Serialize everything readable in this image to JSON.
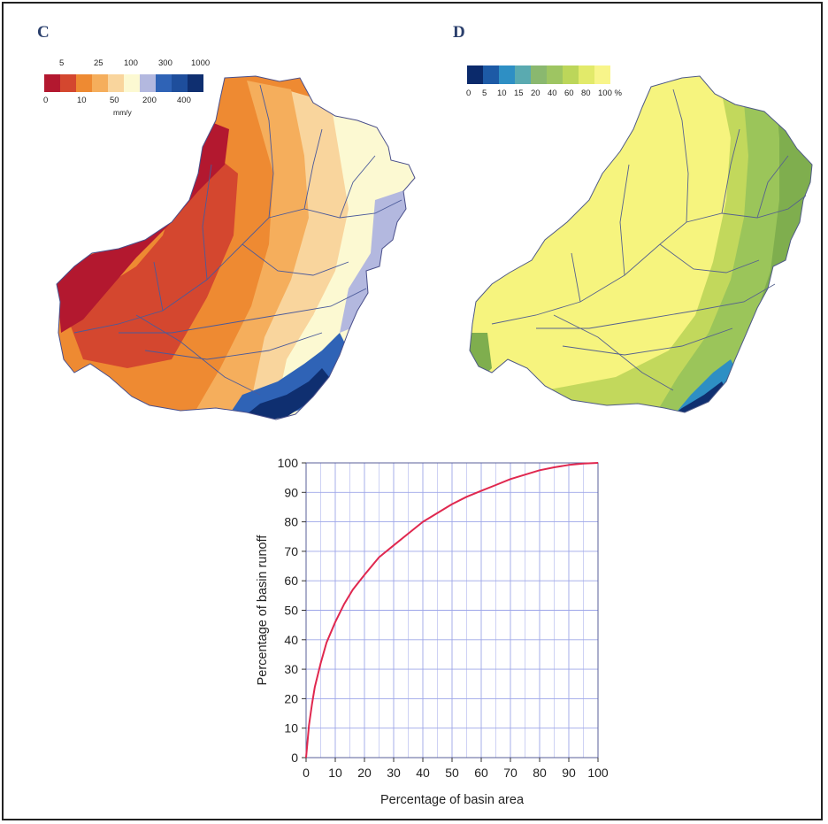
{
  "panels": {
    "c": {
      "letter": "C",
      "legend": {
        "top_labels": [
          "5",
          "25",
          "100",
          "300",
          "1000"
        ],
        "bottom_labels": [
          "0",
          "10",
          "50",
          "200",
          "400"
        ],
        "unit": "mm/y",
        "colors": [
          "#b3182f",
          "#d4472f",
          "#ee8a32",
          "#f5ae5c",
          "#f9d59d",
          "#fcf9d2",
          "#b3b8df",
          "#2f63b6",
          "#1e4e9c",
          "#0f2f70"
        ]
      },
      "map_colors": {
        "darkred": "#b3182f",
        "red": "#d4472f",
        "orange": "#ee8a32",
        "lightorange": "#f5ae5c",
        "paleorange": "#f9d59d",
        "cream": "#fcf9d2",
        "lavender": "#b3b8df",
        "blue": "#2f63b6",
        "navy": "#0f2f70",
        "river": "#4b5a9a"
      }
    },
    "d": {
      "letter": "D",
      "legend": {
        "labels": [
          "0",
          "5",
          "10",
          "15",
          "20",
          "40",
          "60",
          "80",
          "100 %"
        ],
        "colors": [
          "#0b2a6b",
          "#1d5aa6",
          "#2e8fc4",
          "#5aaab0",
          "#8ab86f",
          "#9ec562",
          "#bcd65a",
          "#e2ea6a",
          "#f8f58a"
        ]
      },
      "map_colors": {
        "yellow": "#f6f47e",
        "lightgreen": "#c2d85c",
        "green": "#9bc55a",
        "darkgreen": "#7fae4e",
        "teal": "#2e8fc4",
        "navy": "#0f2f70",
        "river": "#56628e"
      }
    }
  },
  "chart_data": {
    "type": "line",
    "xlabel": "Percentage of basin area",
    "ylabel": "Percentage of basin runoff",
    "xlim": [
      0,
      100
    ],
    "ylim": [
      0,
      100
    ],
    "x_ticks": [
      0,
      10,
      20,
      30,
      40,
      50,
      60,
      70,
      80,
      90,
      100
    ],
    "y_ticks": [
      0,
      10,
      20,
      30,
      40,
      50,
      60,
      70,
      80,
      90,
      100
    ],
    "grid": true,
    "line_color": "#e0284f",
    "grid_color": "#9da6e8",
    "series": [
      {
        "x": [
          0,
          1,
          2,
          3,
          5,
          7,
          10,
          13,
          16,
          20,
          25,
          30,
          35,
          40,
          45,
          50,
          55,
          60,
          65,
          70,
          75,
          80,
          85,
          90,
          95,
          100
        ],
        "y": [
          0,
          11,
          18,
          24,
          32,
          39,
          46,
          52,
          57,
          62,
          68,
          72,
          76,
          80,
          83,
          86,
          88.5,
          90.5,
          92.5,
          94.5,
          96,
          97.5,
          98.5,
          99.3,
          99.8,
          100
        ]
      }
    ]
  }
}
